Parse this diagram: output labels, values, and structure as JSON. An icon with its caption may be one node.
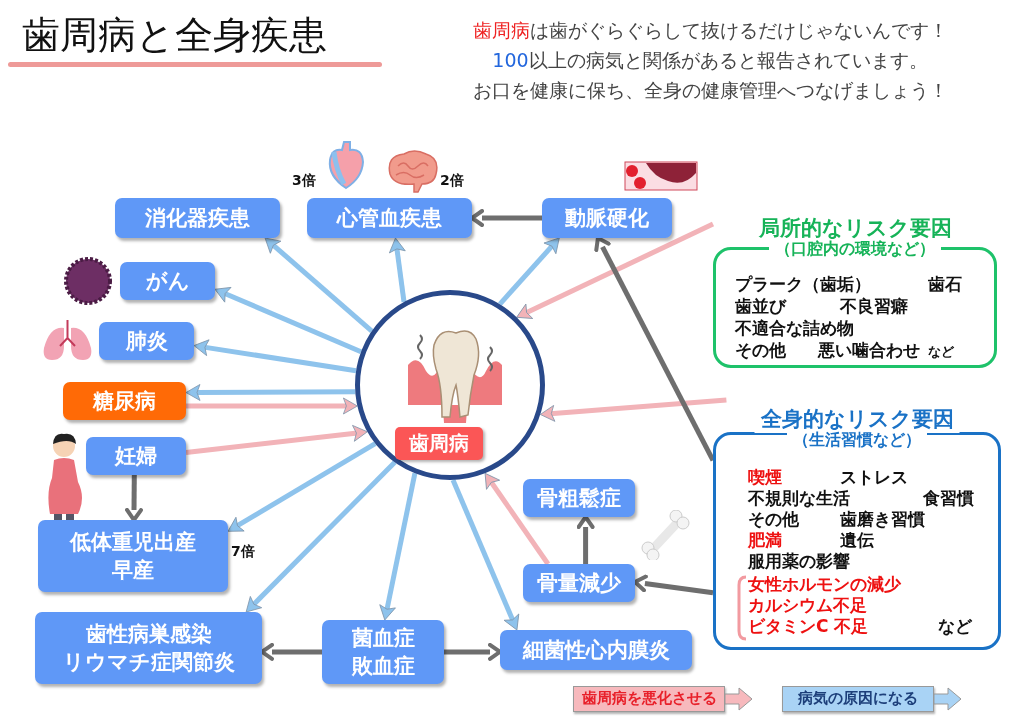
{
  "diagram": {
    "title": "歯周病と全身疾患",
    "nodes": [
      {
        "text": [
          "歯周病"
        ]
      },
      {
        "text": [
          "消化器疾患"
        ]
      },
      {
        "text": [
          "心管血疾患"
        ],
        "beside": [
          "3倍",
          "2倍"
        ]
      },
      {
        "text": [
          "動脈硬化"
        ]
      },
      {
        "text": [
          "がん"
        ]
      },
      {
        "text": [
          "肺炎"
        ]
      },
      {
        "text": [
          "糖尿病"
        ]
      },
      {
        "text": [
          "妊婦"
        ]
      },
      {
        "text": [
          "低体重児出産",
          "早産"
        ],
        "beside": [
          "7倍"
        ]
      },
      {
        "text": [
          "歯性病巣感染",
          "リウマチ症関節炎"
        ]
      },
      {
        "text": [
          "菌血症",
          "敗血症"
        ]
      },
      {
        "text": [
          "細菌性心内膜炎"
        ]
      },
      {
        "text": [
          "骨粗鬆症"
        ]
      },
      {
        "text": [
          "骨量減少"
        ]
      },
      {
        "text": [
          "局所的なリスク要因",
          "（口腔内の環境など）",
          "プラーク（歯垢）",
          "歯石",
          "歯並び",
          "不良習癖",
          "不適合な詰め物",
          "その他",
          "悪い噛合わせ",
          "など"
        ]
      },
      {
        "text": [
          "全身的なリスク要因",
          "（生活習慣など）",
          "喫煙",
          "ストレス",
          "不規則な生活",
          "食習慣",
          "その他",
          "歯磨き習慣",
          "肥満",
          "遺伝",
          "服用薬の影響",
          "女性ホルモンの減少",
          "カルシウム不足",
          "ビタミンC 不足",
          "など"
        ]
      }
    ],
    "edges": [
      {
        "from": 0,
        "to": 1,
        "arrow": "to"
      },
      {
        "from": 0,
        "to": 2,
        "arrow": "to"
      },
      {
        "from": 0,
        "to": 3,
        "arrow": "to"
      },
      {
        "from": 0,
        "to": 4,
        "arrow": "to"
      },
      {
        "from": 0,
        "to": 5,
        "arrow": "to"
      },
      {
        "from": 0,
        "to": 6,
        "arrow": "to"
      },
      {
        "from": 6,
        "to": 0,
        "arrow": "to",
        "color": "#f2b3b8"
      },
      {
        "from": 7,
        "to": 0,
        "arrow": "to",
        "color": "#f2b3b8"
      },
      {
        "from": 7,
        "to": 8,
        "arrow": "to",
        "color": "#6e6e6e"
      },
      {
        "from": 0,
        "to": 8,
        "arrow": "to"
      },
      {
        "from": 0,
        "to": 9,
        "arrow": "to"
      },
      {
        "from": 0,
        "to": 10,
        "arrow": "to"
      },
      {
        "from": 0,
        "to": 11,
        "arrow": "to"
      },
      {
        "from": 13,
        "to": 0,
        "arrow": "to",
        "color": "#f2b3b8"
      },
      {
        "from": 14,
        "to": 0,
        "arrow": "to",
        "color": "#f2b3b8"
      },
      {
        "from": 15,
        "to": 0,
        "arrow": "to",
        "color": "#f2b3b8"
      },
      {
        "from": 3,
        "to": 2,
        "arrow": "to",
        "color": "#6e6e6e"
      },
      {
        "from": 15,
        "to": 3,
        "arrow": "to",
        "color": "#6e6e6e"
      },
      {
        "from": 13,
        "to": 12,
        "arrow": "to",
        "color": "#6e6e6e"
      },
      {
        "from": 15,
        "to": 13,
        "arrow": "to",
        "color": "#6e6e6e"
      },
      {
        "from": 10,
        "to": 9,
        "arrow": "to",
        "color": "#6e6e6e"
      },
      {
        "from": 10,
        "to": 11,
        "arrow": "to",
        "color": "#6e6e6e"
      }
    ],
    "labels": [
      "**歯周病**は歯がぐらぐらして抜けるだけじゃないんです！",
      "**100**以上の病気と関係があると報告されています。",
      "お口を健康に保ち、全身の健康管理へつなげましょう！"
    ],
    "legend": [
      {
        "text": "歯周病を悪化させる",
        "color": "#f7b9bd"
      },
      {
        "text": "病気の原因になる",
        "color": "#a9d3f5"
      }
    ]
  }
}
